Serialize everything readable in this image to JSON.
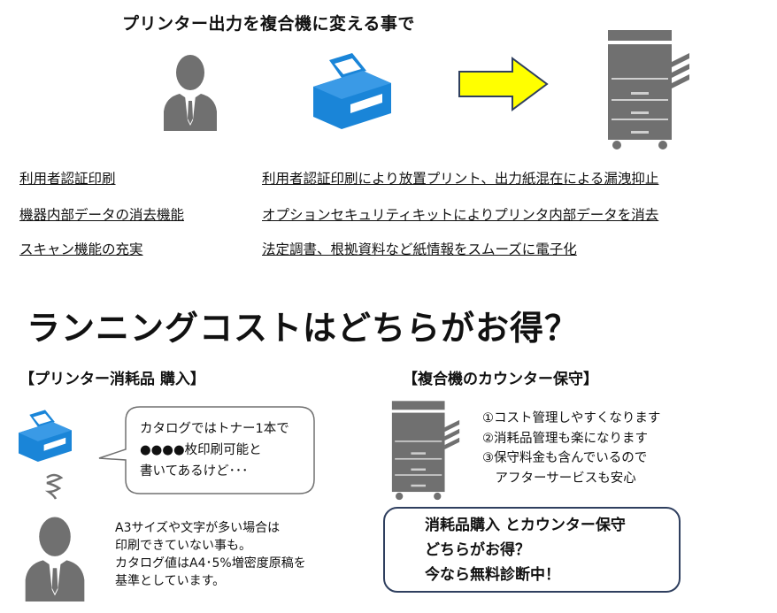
{
  "top": {
    "title": "プリンター出力を複合機に変える事で",
    "features": [
      {
        "left": "利用者認証印刷",
        "right": "利用者認証印刷により放置プリント、出力紙混在による漏洩抑止"
      },
      {
        "left": "機器内部データの消去機能",
        "right": "オプションセキュリティキットによりプリンタ内部データを消去"
      },
      {
        "left": "スキャン機能の充実",
        "right": "法定調書、根拠資料など紙情報をスムーズに電子化"
      }
    ]
  },
  "question": "ランニングコストはどちらがお得？",
  "printer_section": {
    "heading": "【プリンター消耗品 購入】",
    "bubble": [
      "カタログではトナー1本で",
      "●●●●枚印刷可能と",
      "書いてあるけど･･･"
    ],
    "notes": [
      "A3サイズや文字が多い場合は",
      "印刷できていない事も。",
      "カタログ値はA4･5%増密度原稿を",
      "基準としています。"
    ]
  },
  "mfp_section": {
    "heading": "【複合機のカウンター保守】",
    "merits": [
      "①コスト管理しやすくなります",
      "②消耗品管理も楽になります",
      "③保守料金も含んでいるので",
      "　アフターサービスも安心"
    ]
  },
  "cta": [
    "消耗品購入 とカウンター保守",
    "どちらがお得？",
    "今なら無料診断中！"
  ],
  "colors": {
    "printer_blue": "#1a85d8",
    "arrow_yellow": "#ffff00",
    "gray_icon": "#707070",
    "box_border": "#2f3f5f"
  }
}
